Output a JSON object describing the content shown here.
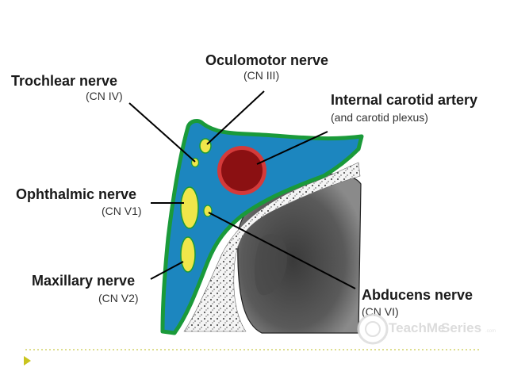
{
  "labels": {
    "trochlear": {
      "name": "Trochlear nerve",
      "cn": "(CN IV)"
    },
    "oculomotor": {
      "name": "Oculomotor nerve",
      "cn": "(CN III)"
    },
    "carotid": {
      "name": "Internal carotid artery",
      "cn": "(and carotid plexus)"
    },
    "ophthalmic": {
      "name": "Ophthalmic nerve",
      "cn": "(CN V1)"
    },
    "maxillary": {
      "name": "Maxillary nerve",
      "cn": "(CN V2)"
    },
    "abducens": {
      "name": "Abducens nerve",
      "cn": "(CN VI)"
    }
  },
  "watermark": {
    "brand_a": "TeachMe",
    "brand_b": "Series",
    "tld": ".com"
  },
  "colors": {
    "sinus_fill": "#1c86bf",
    "sinus_border": "#1a9a3a",
    "nerve_fill": "#f0e64a",
    "artery_fill": "#8b1012",
    "artery_ring": "#d43a3a",
    "bone_dark": "#2e2e2e",
    "divider": "#c9c94a",
    "bullet": "#c9c41e"
  },
  "icons": {
    "bullet": "triangle-bullet-icon",
    "watermark": "teachme-logo-icon"
  }
}
